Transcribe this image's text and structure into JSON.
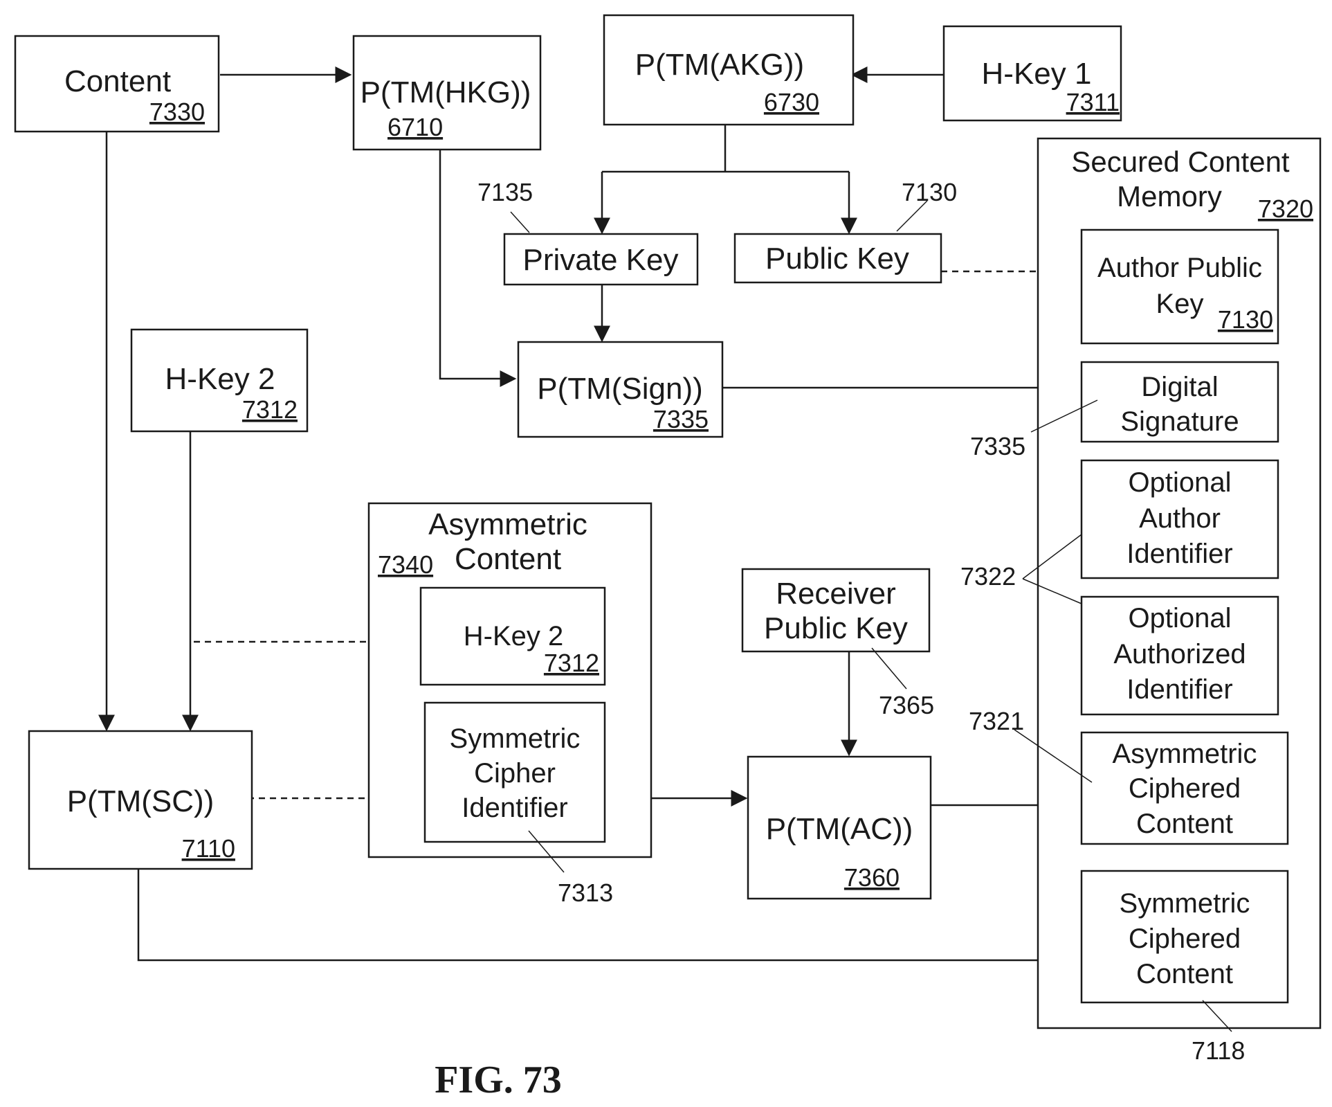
{
  "figure_label": "FIG. 73",
  "boxes": {
    "content": {
      "label": "Content",
      "ref": "7330"
    },
    "hkg": {
      "label": "P(TM(HKG))",
      "ref": "6710"
    },
    "akg": {
      "label": "P(TM(AKG))",
      "ref": "6730"
    },
    "hkey1": {
      "label": "H-Key 1",
      "ref": "7311"
    },
    "private_key": {
      "label": "Private Key"
    },
    "public_key": {
      "label": "Public Key"
    },
    "sign": {
      "label": "P(TM(Sign))",
      "ref": "7335"
    },
    "hkey2": {
      "label": "H-Key 2",
      "ref": "7312"
    },
    "asym_content": {
      "label_line1": "Asymmetric",
      "label_line2": "Content",
      "ref": "7340"
    },
    "hkey2_inner": {
      "label": "H-Key 2",
      "ref": "7312"
    },
    "sym_cipher_id": {
      "line1": "Symmetric",
      "line2": "Cipher",
      "line3": "Identifier"
    },
    "sc": {
      "label": "P(TM(SC))",
      "ref": "7110"
    },
    "receiver_pubkey": {
      "line1": "Receiver",
      "line2": "Public Key"
    },
    "ac": {
      "label": "P(TM(AC))",
      "ref": "7360"
    },
    "memory": {
      "line1": "Secured Content",
      "line2": "Memory",
      "ref": "7320"
    },
    "author_pubkey": {
      "line1": "Author Public",
      "line2": "Key",
      "ref": "7130"
    },
    "digital_sig": {
      "line1": "Digital",
      "line2": "Signature"
    },
    "opt_author_id": {
      "line1": "Optional",
      "line2": "Author",
      "line3": "Identifier"
    },
    "opt_authorized_id": {
      "line1": "Optional",
      "line2": "Authorized",
      "line3": "Identifier"
    },
    "asym_ciphered": {
      "line1": "Asymmetric",
      "line2": "Ciphered",
      "line3": "Content"
    },
    "sym_ciphered": {
      "line1": "Symmetric",
      "line2": "Ciphered",
      "line3": "Content"
    }
  },
  "callouts": {
    "c7135": "7135",
    "c7130": "7130",
    "c7335": "7335",
    "c7322": "7322",
    "c7365": "7365",
    "c7321": "7321",
    "c7313": "7313",
    "c7118": "7118"
  }
}
